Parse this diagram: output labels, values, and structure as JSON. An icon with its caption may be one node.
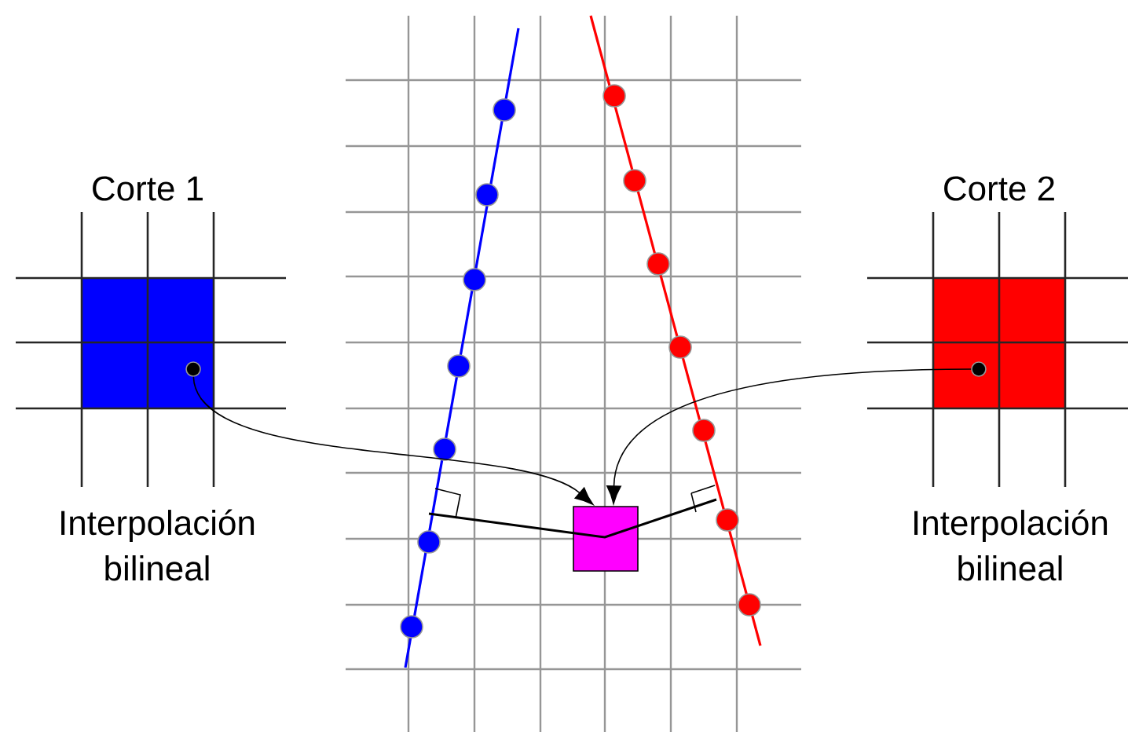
{
  "diagram": {
    "nodes": [
      {
        "text": [
          "Corte 1"
        ],
        "beside": [
          "Interpolación bilineal"
        ]
      },
      {
        "text": [],
        "shape": "circle",
        "in": 0
      },
      {
        "text": [
          "Corte 2"
        ],
        "beside": [
          "Interpolación bilineal"
        ]
      },
      {
        "text": [],
        "shape": "circle",
        "in": 2
      },
      {
        "text": [],
        "shape": "box"
      }
    ],
    "edges": [
      {
        "from": 1,
        "to": 4,
        "arrow": "to"
      },
      {
        "from": 3,
        "to": 4,
        "arrow": "to"
      }
    ]
  }
}
